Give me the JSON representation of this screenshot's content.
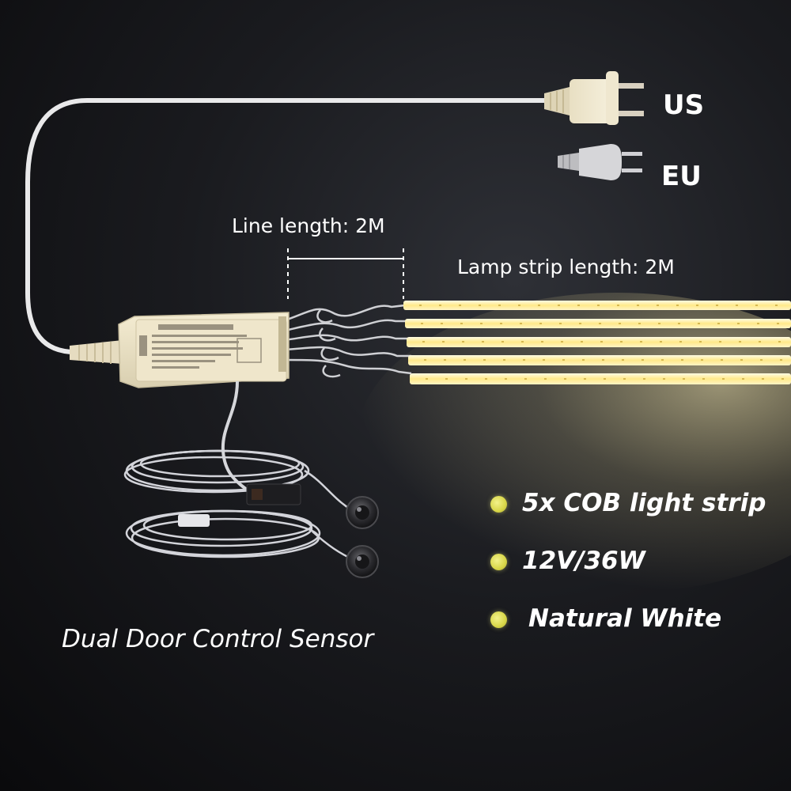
{
  "plugs": {
    "us_label": "US",
    "eu_label": "EU"
  },
  "dimensions": {
    "line_length": "Line length: 2M",
    "strip_length": "Lamp strip length: 2M"
  },
  "features": [
    {
      "text": "5x COB light strip"
    },
    {
      "text": "12V/36W"
    },
    {
      "text": "Natural White"
    }
  ],
  "sensor": {
    "title": "Dual Door Control Sensor"
  },
  "colors": {
    "background": "#121316",
    "strip_glow": "#fff4c0",
    "bullet": "#d8d648",
    "text": "#ffffff"
  }
}
